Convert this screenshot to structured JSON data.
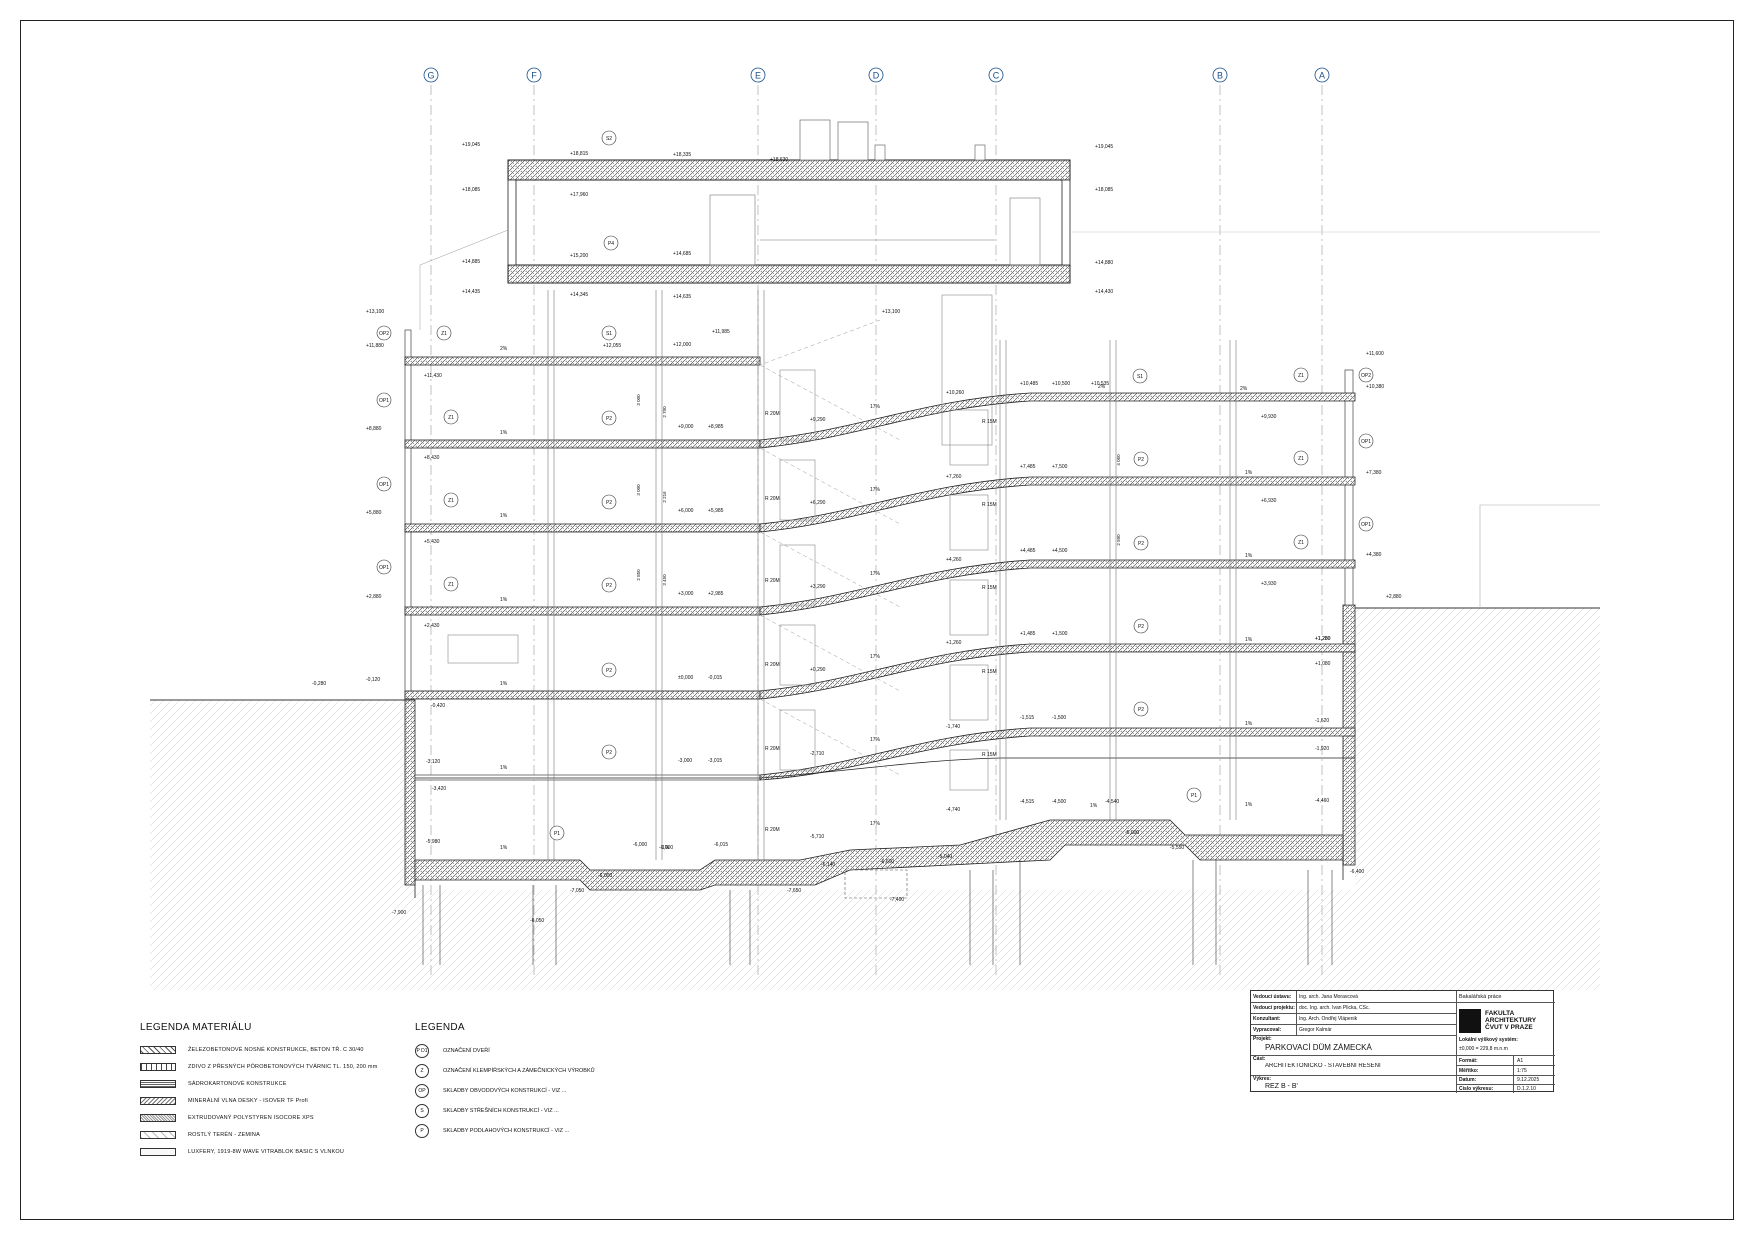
{
  "grid_axes": [
    "G",
    "F",
    "E",
    "D",
    "C",
    "B",
    "A"
  ],
  "levels": {
    "top": [
      "+19,045",
      "+18,815",
      "+18,335",
      "+18,630",
      "+17,960",
      "+18,085",
      "+15,200",
      "+14,885",
      "+14,685",
      "+14,435",
      "+14,345",
      "+14,635",
      "+19,045",
      "+18,085",
      "+14,880",
      "+14,430"
    ],
    "roof_parking": [
      "+13,100",
      "+12,055",
      "+12,000",
      "+11,985",
      "+11,880",
      "+13,100",
      "+11,600",
      "+10,380"
    ],
    "upper_left": [
      "+11,430",
      "+8,880",
      "+8,430",
      "+5,880",
      "+5,430",
      "+2,880",
      "+2,430"
    ],
    "floors_left": [
      "+9,000",
      "+8,985",
      "+6,000",
      "+5,985",
      "+3,000",
      "+2,985",
      "±0,000",
      "-0,015",
      "-3,000",
      "-3,015",
      "-6,000",
      "-6,015"
    ],
    "ramps": [
      "+10,260",
      "+10,485",
      "+10,500",
      "+10,535",
      "+9,290",
      "+9,930",
      "+7,260",
      "+7,485",
      "+7,500",
      "+6,930",
      "+6,290",
      "+4,260",
      "+4,485",
      "+4,500",
      "+3,930",
      "+3,290",
      "+1,260",
      "+1,485",
      "+1,500",
      "+1,280",
      "+0,290",
      "-1,740",
      "-1,515",
      "-1,500",
      "-1,620",
      "-1,920",
      "-2,710",
      "-4,740",
      "-4,515",
      "-4,500",
      "-4,540",
      "-4,460",
      "-5,710"
    ],
    "right": [
      "+7,380",
      "+4,380",
      "+2,880",
      "+1,080",
      "+1,280"
    ],
    "bottom": [
      "-0,120",
      "-0,280",
      "-0,420",
      "-3,120",
      "-3,420",
      "-5,980",
      "-6,000",
      "-7,050",
      "-6,140",
      "-6,600",
      "-7,400",
      "-6,000",
      "-7,650",
      "-5,040",
      "-5,000",
      "-5,550",
      "-6,400",
      "-7,900",
      "-6,050"
    ]
  },
  "slopes": {
    "pct1": "1%",
    "pct2": "2%",
    "pct17": "17%"
  },
  "radii": {
    "r20": "R 20M",
    "r15": "R 15M"
  },
  "tags": [
    "S2",
    "P4",
    "S1",
    "P2",
    "P1",
    "Z1",
    "OP1",
    "OP2"
  ],
  "dims": [
    "3 000",
    "2 700",
    "3 000",
    "2 216",
    "2 850",
    "3 450",
    "4 050",
    "2 500"
  ],
  "legend_materials": {
    "title": "LEGENDA MATERIÁLU",
    "items": [
      "ŽELEZOBETONOVÉ NOSNÉ KONSTRUKCE, BETON TŘ. C 30/40",
      "ZDIVO Z PŘESNÝCH PÓROBETONOVÝCH TVÁRNIC TL. 150, 200 mm",
      "SÁDROKARTONOVÉ KONSTRUKCE",
      "MINERÁLNÍ VLNA DESKY - ISOVER TF Profi",
      "EXTRUDOVANÝ POLYSTYREN ISOCORE XPS",
      "ROSTLÝ TERÉN - ZEMINA",
      "LUXFERY, 1919-8W WAVE VITRABLOK BASIC S VLNKOU"
    ]
  },
  "legend": {
    "title": "LEGENDA",
    "items": [
      {
        "tag": "P D1",
        "text": "OZNAČENÍ DVEŘÍ"
      },
      {
        "tag": "Z",
        "text": "OZNAČENÍ KLEMPÍŘSKÝCH A ZÁMEČNICKÝCH VÝROBKŮ"
      },
      {
        "tag": "OP",
        "text": "SKLADBY OBVODOVÝCH KONSTRUKCÍ - VIZ ..."
      },
      {
        "tag": "S",
        "text": "SKLADBY STŘEŠNÍCH KONSTRUKCÍ - VIZ ..."
      },
      {
        "tag": "P",
        "text": "SKLADBY PODLAHOVÝCH KONSTRUKCÍ - VIZ ..."
      }
    ]
  },
  "title_block": {
    "lead_label": "Vedoucí ústavu:",
    "lead": "Ing. arch. Jana Moravcová",
    "supervisor_label": "Vedoucí projektu:",
    "supervisor": "doc. Ing. arch. Ivan Plicka, CSc.",
    "consultant_label": "Konzultant:",
    "consultant": "Ing. Arch. Ondřej Vlápenik",
    "author_label": "Vypracoval:",
    "author": "Gregor Kalmár",
    "project_label": "Projekt:",
    "project": "PARKOVACÍ DŮM ZÁMECKÁ",
    "part_label": "Část:",
    "part": "ARCHITEKTONICKO - STAVEBNÍ ŘEŠENÍ",
    "drawing_label": "Výkres:",
    "drawing": "ŘEZ B - B'",
    "thesis": "Bakalářská práce",
    "faculty": [
      "FAKULTA",
      "ARCHITEKTURY",
      "ČVUT V PRAZE"
    ],
    "height_system_label": "Lokální výškový systém:",
    "height_system": "±0,000 = 229,8 m.n.m",
    "format_label": "Formát:",
    "format": "A1",
    "scale_label": "Měřítko:",
    "scale": "1:75",
    "date_label": "Datum:",
    "date": "9.12.2025",
    "number_label": "Číslo výkresu:",
    "number": "D.1.2.10"
  }
}
